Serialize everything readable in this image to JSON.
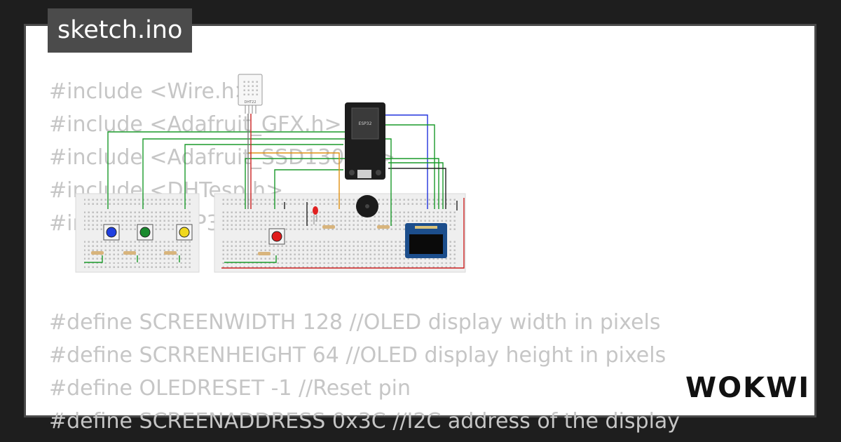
{
  "file_tab": {
    "label": "sketch.ino"
  },
  "code_lines": [
    "#include <Wire.h>",
    "#include <Adafruit_GFX.h>",
    "#include <Adafruit_SSD1306.h>",
    "#include <DHTesp.h>",
    "#include <ESP32Servo.h>",
    "",
    "",
    "#define SCREENWIDTH 128 //OLED display width in pixels",
    "#define SCRRENHEIGHT 64 //OLED display height in pixels",
    "#define OLEDRESET -1 //Reset pin",
    "#define SCREENADDRESS 0x3C //I2C address of the display"
  ],
  "circuit": {
    "sensor_label": "DHT22",
    "mcu_label": "ESP32",
    "button_colors": [
      "#1f3fe0",
      "#1a8a2e",
      "#f0d81e",
      "#e01b1b"
    ],
    "led_color": "#e02020"
  },
  "brand": {
    "logo_text": "WOKWI"
  }
}
